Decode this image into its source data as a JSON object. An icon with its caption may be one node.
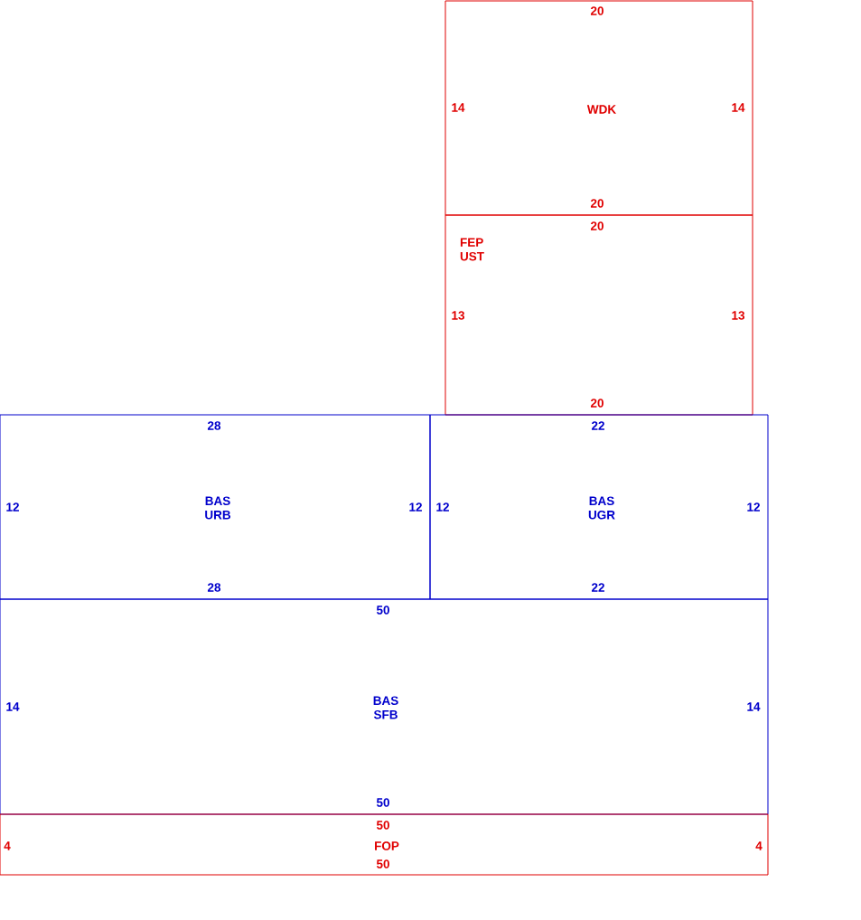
{
  "diagram": {
    "nodes": [
      {
        "text": [
          "WDK"
        ]
      },
      {
        "text": [
          "FEP UST"
        ]
      },
      {
        "text": [
          "BAS URB"
        ]
      },
      {
        "text": [
          "BAS UGR"
        ]
      },
      {
        "text": [
          "BAS SFB"
        ]
      },
      {
        "text": [
          "FOP"
        ]
      }
    ],
    "labels": [
      "20",
      "14",
      "14",
      "20",
      "20",
      "13",
      "13",
      "20",
      "28",
      "22",
      "12",
      "12",
      "12",
      "12",
      "28",
      "22",
      "50",
      "14",
      "14",
      "50",
      "50",
      "4",
      "4",
      "50"
    ]
  }
}
